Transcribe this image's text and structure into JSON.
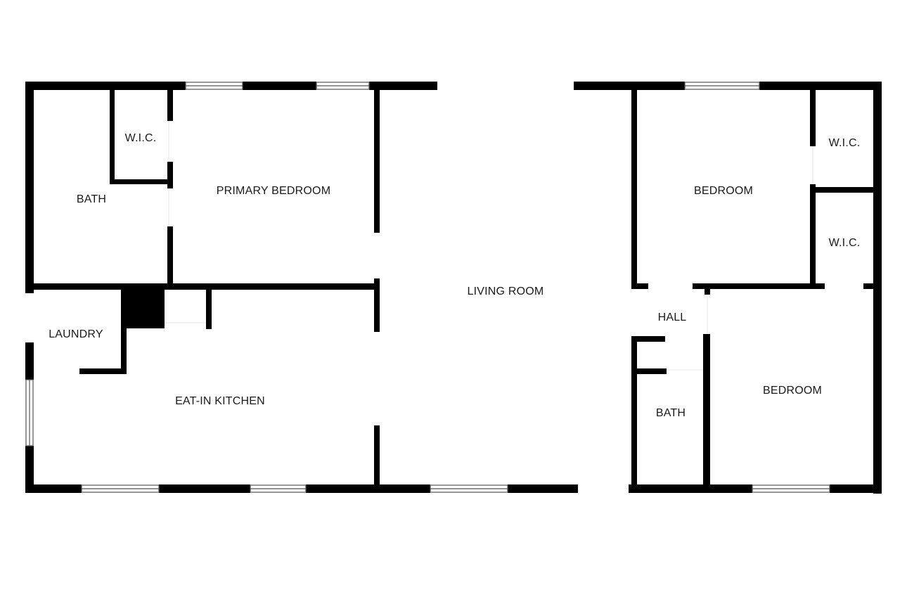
{
  "colors": {
    "background": "#ffffff",
    "wall": "#000000",
    "window_frame": "#555555",
    "window_fill": "#ffffff",
    "label": "#1a1a1a"
  },
  "rooms": {
    "wic_primary": "W.I.C.",
    "bath_primary": "BATH",
    "primary_bedroom": "PRIMARY BEDROOM",
    "living_room": "LIVING ROOM",
    "laundry": "LAUNDRY",
    "eat_in_kitchen": "EAT-IN KITCHEN",
    "bedroom_top": "BEDROOM",
    "wic_right_top": "W.I.C.",
    "wic_right_bottom": "W.I.C.",
    "hall": "HALL",
    "bath_secondary": "BATH",
    "bedroom_bottom": "BEDROOM"
  }
}
